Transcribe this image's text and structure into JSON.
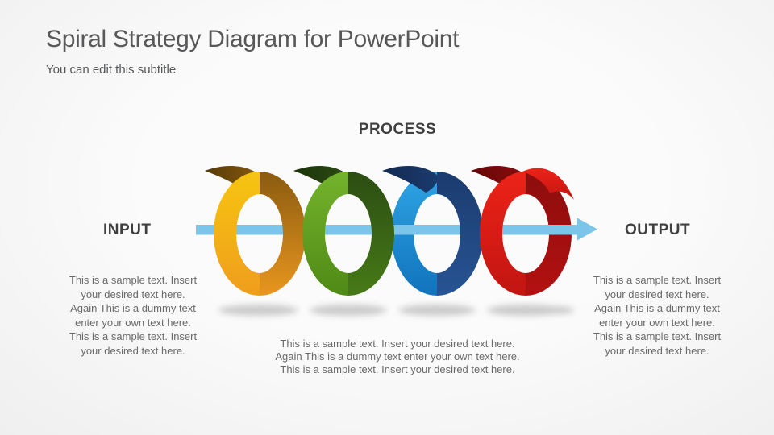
{
  "slide": {
    "title": "Spiral Strategy Diagram for PowerPoint",
    "subtitle": "You can edit this subtitle"
  },
  "diagram": {
    "process_label": "PROCESS",
    "input_label": "INPUT",
    "output_label": "OUTPUT",
    "arrow_color": "#7CC5EA",
    "shadow_color": "#9B9B9B",
    "rings": [
      {
        "name": "gold",
        "front_top": "#F7C511",
        "front_bottom": "#EF9D1C",
        "back_top": "#8A5B10",
        "back_bottom": "#E9961E",
        "tail_tip": "#553A06"
      },
      {
        "name": "green",
        "front_top": "#74B32C",
        "front_bottom": "#4F8A16",
        "back_top": "#2C4D13",
        "back_bottom": "#477A17",
        "tail_tip": "#1C330A"
      },
      {
        "name": "blue",
        "front_top": "#2FA5E4",
        "front_bottom": "#1173BC",
        "back_top": "#1B3B6E",
        "back_bottom": "#275493",
        "tail_tip": "#122A52"
      },
      {
        "name": "red",
        "front_top": "#EC2318",
        "front_bottom": "#C21511",
        "back_top": "#8C0D0D",
        "back_bottom": "#B31111",
        "tail_tip": "#640808"
      }
    ]
  },
  "text_blocks": {
    "left": [
      "This is a sample text. Insert",
      "your desired text here.",
      "Again This is a dummy text",
      "enter your own text here.",
      "This is a sample text. Insert",
      "your desired text here."
    ],
    "right": [
      "This is a sample text. Insert",
      "your desired text here.",
      "Again This is a dummy text",
      "enter your own text here.",
      "This is a sample text. Insert",
      "your desired text here."
    ],
    "bottom": [
      "This is a sample text. Insert your desired text here.",
      "Again This is a dummy text enter your own text here.",
      "This is a sample text. Insert your desired text here."
    ]
  },
  "text_colors": {
    "title": "#58585A",
    "subtitle": "#545658",
    "labels": "#3F3F3F",
    "body": "#6A6A6A"
  }
}
